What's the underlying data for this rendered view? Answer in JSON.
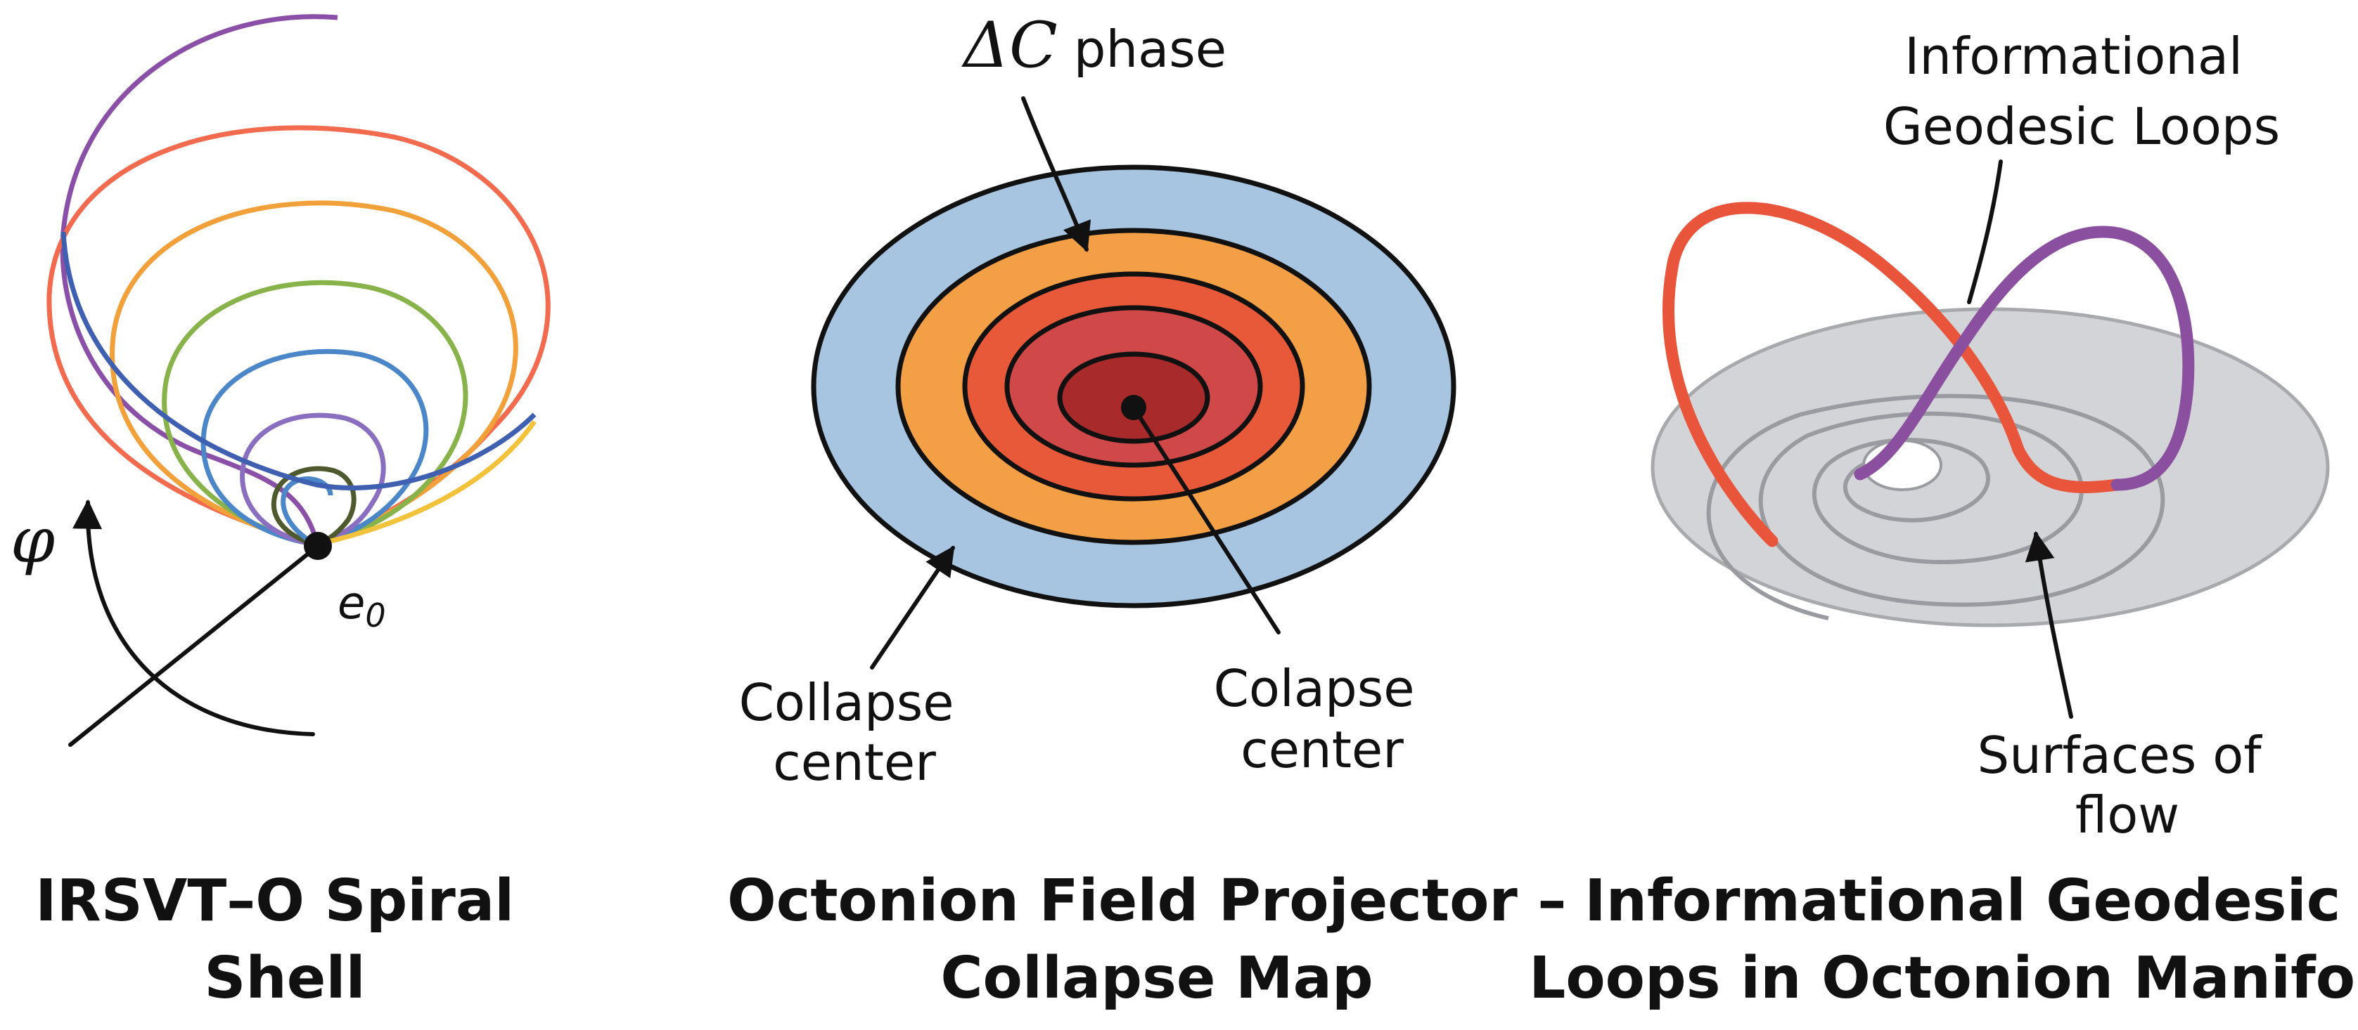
{
  "panels": {
    "left": {
      "title_lines": [
        "IRSVT–O Spiral",
        "Shell"
      ],
      "labels": {
        "phi": "φ",
        "e0_base": "e",
        "e0_sub": "0"
      },
      "ring_colors": [
        "#8a4fa6",
        "#f26b4e",
        "#f2a03a",
        "#88b24a",
        "#4a86c8",
        "#8a6fc0",
        "#4e5a2e"
      ]
    },
    "middle": {
      "title_lines": [
        "Octonion Field Projector –",
        "Collapse Map"
      ],
      "labels": {
        "delta_c_symbol": "ΔC",
        "delta_c_word": " phase",
        "left_center": [
          "Collapse",
          "center"
        ],
        "right_center": [
          "Colapse",
          "center"
        ]
      },
      "band_colors": [
        "#a7c4e0",
        "#f39f45",
        "#e8593a",
        "#d04848",
        "#a82a2a"
      ]
    },
    "right": {
      "title_lines": [
        "Informational Geodesic",
        "Loops in Octonion Manifold"
      ],
      "labels": {
        "loops": [
          "Informational",
          "Geodesic Loops"
        ],
        "surfaces": [
          "Surfaces of",
          "flow"
        ]
      },
      "loop_colors": [
        "#e8553a",
        "#8a4f9e"
      ],
      "disk_color": "#d3d4d7"
    }
  }
}
